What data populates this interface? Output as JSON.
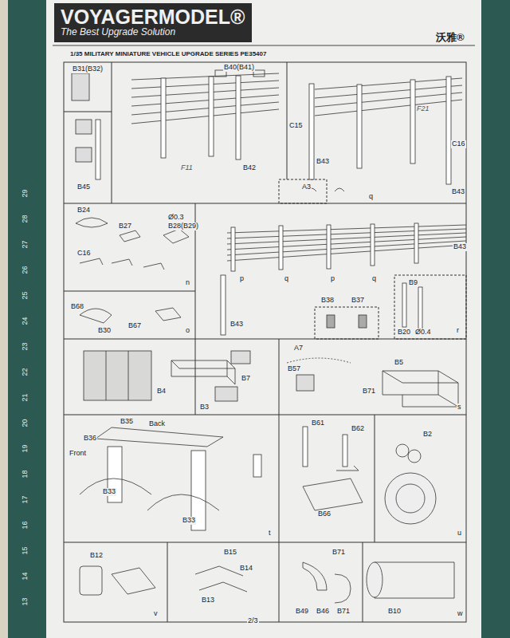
{
  "diagram": {
    "title": "1/35 MILITARY MINIATURE VEHICLE UPGRADE SERIES PE35407",
    "nodes": [
      {
        "text": [
          "VOYAGERMODEL®",
          "The Best Upgrade Solution"
        ]
      }
    ],
    "labels": [
      "沃雅®",
      "B31(B32)",
      "B40(B41)",
      "F11",
      "B42",
      "B45",
      "C15",
      "B43",
      "F21",
      "C16",
      "B43",
      "A3",
      "q",
      "B24",
      "B27",
      "Ø0.3",
      "B28(B29)",
      "C16",
      "n",
      "B43",
      "p",
      "q",
      "p",
      "q",
      "B68",
      "B30",
      "B67",
      "o",
      "B43",
      "B38",
      "B37",
      "B9",
      "B20",
      "Ø0.4",
      "r",
      "B4",
      "B7",
      "B3",
      "A7",
      "B57",
      "B5",
      "B71",
      "s",
      "B35",
      "Back",
      "B36",
      "Front",
      "B33",
      "B33",
      "t",
      "B61",
      "B62",
      "B2",
      "B66",
      "u",
      "B12",
      "v",
      "B15",
      "B14",
      "B13",
      "B71",
      "B49",
      "B46",
      "B71",
      "B10",
      "w",
      "2/3",
      "29",
      "28",
      "27",
      "26",
      "25",
      "24",
      "23",
      "22",
      "21",
      "20",
      "19",
      "18",
      "17",
      "16",
      "15",
      "14",
      "13"
    ]
  }
}
